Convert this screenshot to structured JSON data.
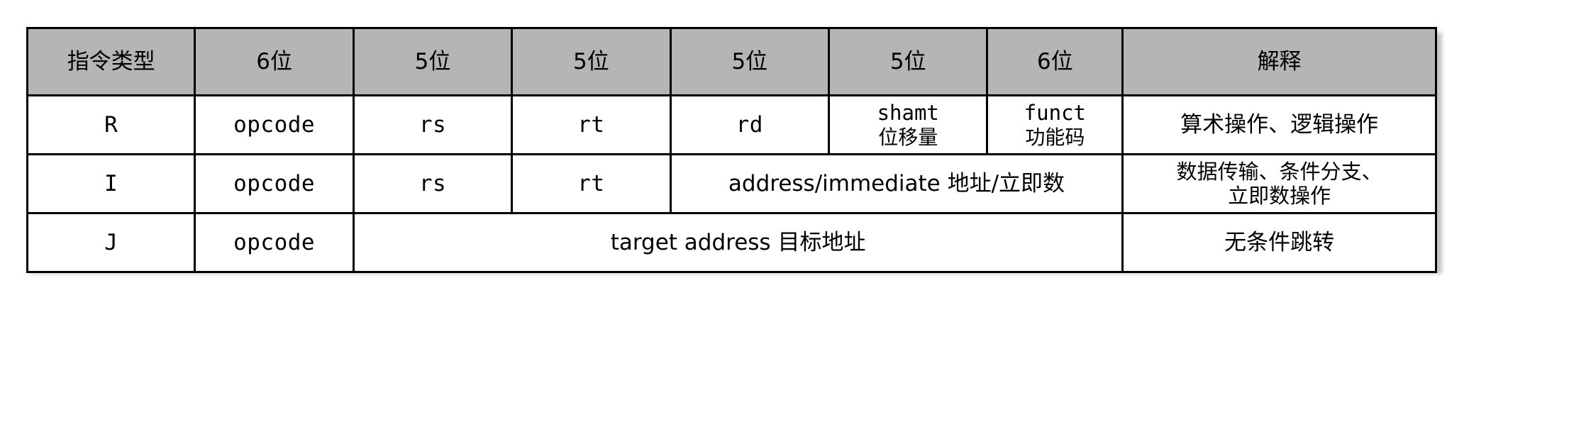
{
  "table": {
    "headers": [
      "指令类型",
      "6位",
      "5位",
      "5位",
      "5位",
      "5位",
      "6位",
      "解释"
    ],
    "rows": [
      {
        "type": "R",
        "opcode": "opcode",
        "rs": "rs",
        "rt": "rt",
        "rd": "rd",
        "shamt_en": "shamt",
        "shamt_cn": "位移量",
        "funct_en": "funct",
        "funct_cn": "功能码",
        "explain": "算术操作、逻辑操作"
      },
      {
        "type": "I",
        "opcode": "opcode",
        "rs": "rs",
        "rt": "rt",
        "immediate": "address/immediate 地址/立即数",
        "explain_line1": "数据传输、条件分支、",
        "explain_line2": "立即数操作"
      },
      {
        "type": "J",
        "opcode": "opcode",
        "target": "target address 目标地址",
        "explain": "无条件跳转"
      }
    ]
  },
  "colors": {
    "header_background": "#b5b5b5",
    "cell_background": "#ffffff",
    "border": "#000000",
    "text": "#000000"
  }
}
